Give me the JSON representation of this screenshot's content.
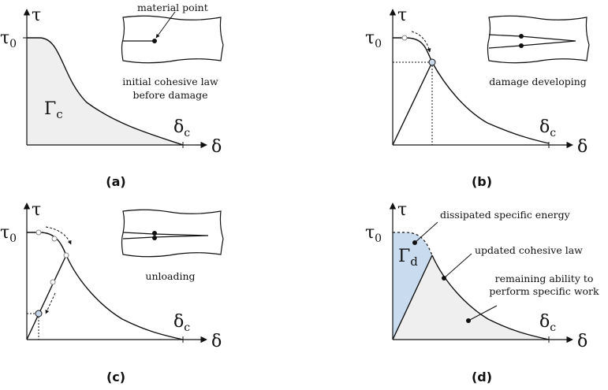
{
  "colors": {
    "line": "#111111",
    "energy_fill": "#efefef",
    "dissipated_fill": "#c9dcef",
    "point_fill": "#c9d9ea"
  },
  "symbols": {
    "tau": "τ",
    "tau0_base": "τ",
    "tau0_sub": "0",
    "delta": "δ",
    "deltac_base": "δ",
    "deltac_sub": "c",
    "gamma": "Γ"
  },
  "panels": {
    "a": {
      "caption": "(a)",
      "material_point": "material point",
      "note_line1": "initial cohesive law",
      "note_line2": "before damage",
      "energy_sub": "c"
    },
    "b": {
      "caption": "(b)",
      "note": "damage developing"
    },
    "c": {
      "caption": "(c)",
      "note": "unloading"
    },
    "d": {
      "caption": "(d)",
      "energy_sub": "d",
      "dissipated": "dissipated specific energy",
      "updated": "updated cohesive law",
      "remaining_line1": "remaining ability to",
      "remaining_line2": "perform specific work"
    }
  }
}
